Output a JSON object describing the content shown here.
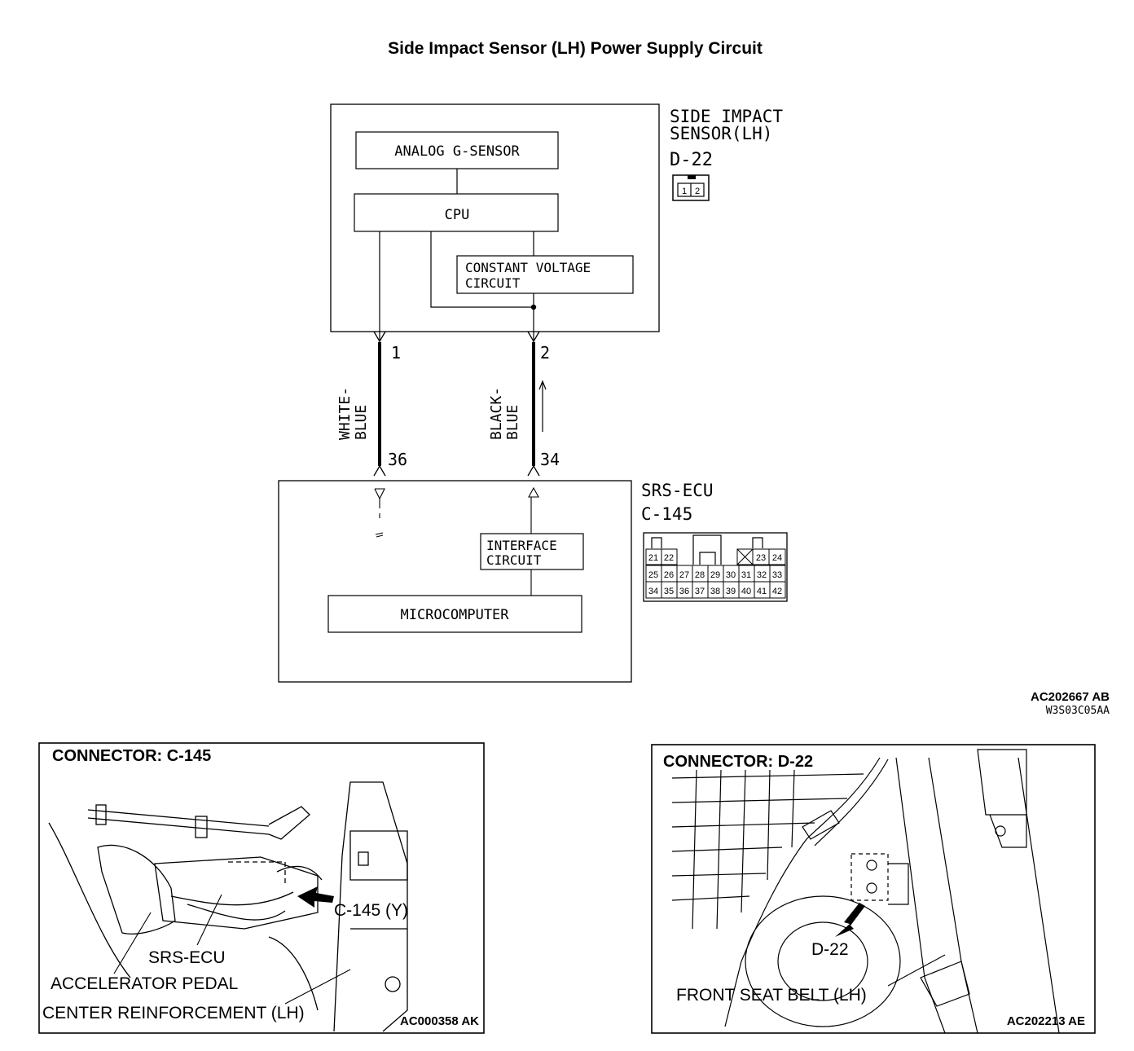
{
  "title": "Side Impact Sensor (LH) Power Supply Circuit",
  "sensor": {
    "name_line1": "SIDE IMPACT",
    "name_line2": "SENSOR(LH)",
    "connector": "D-22",
    "pins": [
      "1",
      "2"
    ],
    "blocks": {
      "gsensor": "ANALOG G-SENSOR",
      "cpu": "CPU",
      "cv_line1": "CONSTANT VOLTAGE",
      "cv_line2": "CIRCUIT"
    }
  },
  "wires": [
    {
      "color_line1": "WHITE-",
      "color_line2": "BLUE",
      "sensor_pin": "1",
      "ecu_pin": "36"
    },
    {
      "color_line1": "BLACK-",
      "color_line2": "BLUE",
      "sensor_pin": "2",
      "ecu_pin": "34"
    }
  ],
  "ecu": {
    "name": "SRS-ECU",
    "connector": "C-145",
    "interface_line1": "INTERFACE",
    "interface_line2": "CIRCUIT",
    "micro": "MICROCOMPUTER",
    "pin_rows": [
      [
        "21",
        "22",
        "23",
        "24"
      ],
      [
        "25",
        "26",
        "27",
        "28",
        "29",
        "30",
        "31",
        "32",
        "33"
      ],
      [
        "34",
        "35",
        "36",
        "37",
        "38",
        "39",
        "40",
        "41",
        "42"
      ]
    ]
  },
  "codes": {
    "main": "AC202667 AB",
    "sub": "W3S03C05AA"
  },
  "panel_left": {
    "heading": "CONNECTOR: C-145",
    "labels": {
      "connector": "C-145 (Y)",
      "ecu": "SRS-ECU",
      "pedal": "ACCELERATOR PEDAL",
      "reinforcement": "CENTER REINFORCEMENT (LH)"
    },
    "code": "AC000358 AK"
  },
  "panel_right": {
    "heading": "CONNECTOR: D-22",
    "labels": {
      "connector": "D-22",
      "belt": "FRONT SEAT BELT (LH)"
    },
    "code": "AC202213 AE"
  }
}
